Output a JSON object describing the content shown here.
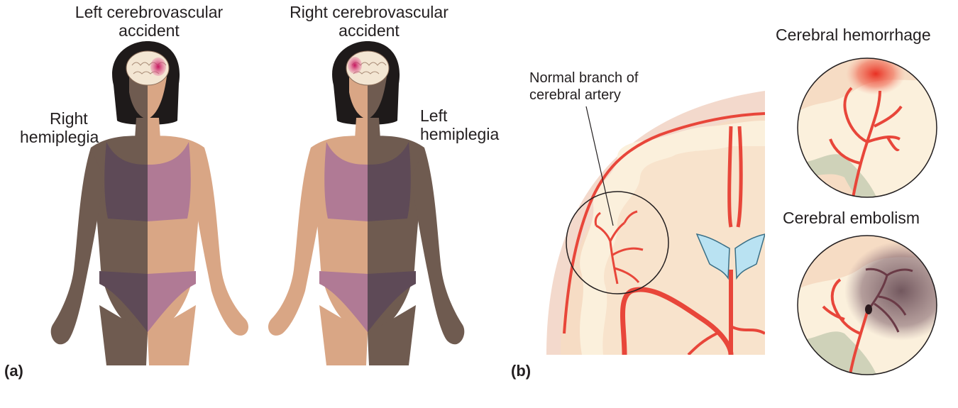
{
  "panel_a": {
    "label": "(a)",
    "left_figure": {
      "title_line1": "Left cerebrovascular",
      "title_line2": "accident",
      "side_line1": "Right",
      "side_line2": "hemiplegia"
    },
    "right_figure": {
      "title_line1": "Right cerebrovascular",
      "title_line2": "accident",
      "side_line1": "Left",
      "side_line2": "hemiplegia"
    }
  },
  "panel_b": {
    "label": "(b)",
    "callout_line1": "Normal branch of",
    "callout_line2": "cerebral artery",
    "hemorrhage_title": "Cerebral hemorrhage",
    "embolism_title": "Cerebral embolism"
  },
  "colors": {
    "artery": "#e8463a",
    "artery_dark": "#b8302a",
    "brain_cortex": "#f6dcc4",
    "brain_white": "#fbf0dc",
    "skull": "#f2d6c8",
    "ventricle": "#b9e2f2",
    "skin": "#d9a685",
    "shadow_skin": "#6f5b50",
    "underwear": "#b07a95",
    "underwear_dark": "#5e4a57",
    "hemorrhage": "#ee3a2a",
    "embolism": "#6a4a55"
  }
}
